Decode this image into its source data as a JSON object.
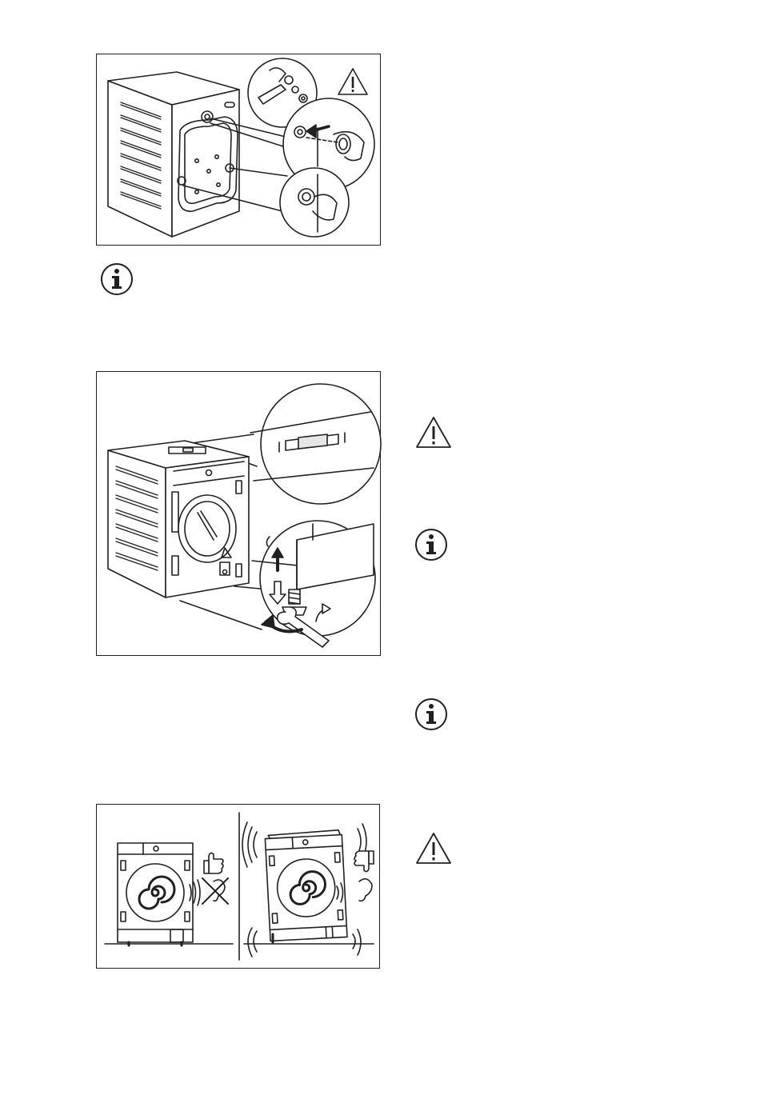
{
  "page": {
    "figures": [
      {
        "id": "fig1",
        "name": "figure-remove-transit-bolts"
      },
      {
        "id": "fig2",
        "name": "figure-level-appliance"
      },
      {
        "id": "fig3",
        "name": "figure-vibration-noise"
      }
    ],
    "notices": [
      {
        "icon": "info-icon",
        "kind": "information"
      },
      {
        "icon": "warning-icon",
        "kind": "warning"
      },
      {
        "icon": "info-icon",
        "kind": "information"
      },
      {
        "icon": "info-icon",
        "kind": "information"
      },
      {
        "icon": "warning-icon",
        "kind": "warning"
      }
    ],
    "colors": {
      "ink": "#231f20",
      "paper": "#ffffff"
    }
  }
}
